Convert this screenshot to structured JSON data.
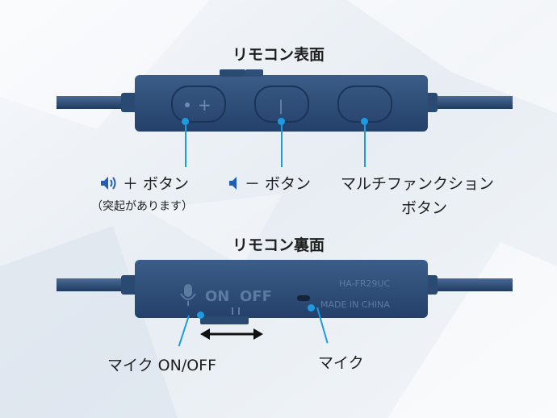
{
  "front": {
    "title": "リモコン表面",
    "plus_button_label": "＋ ボタン",
    "plus_button_note": "（突起があります）",
    "minus_button_label": "－ ボタン",
    "multi_button_label_line1": "マルチファンクション",
    "multi_button_label_line2": "ボタン",
    "button_plus_glyph": "+",
    "button_minus_glyph": "|"
  },
  "back": {
    "title": "リモコン裏面",
    "switch_on": "ON",
    "switch_off": "OFF",
    "model_line1": "HA-FR29UC",
    "model_line2": "MADE IN CHINA",
    "mic_switch_label": "マイク ON/OFF",
    "mic_label": "マイク"
  },
  "colors": {
    "accent": "#1e9be0",
    "body": "#2f4f78",
    "body_dark": "#1f3a5e",
    "engraving": "#5d7aa0"
  },
  "icons": [
    "speaker-icon",
    "mic-icon",
    "double-arrow-icon"
  ]
}
